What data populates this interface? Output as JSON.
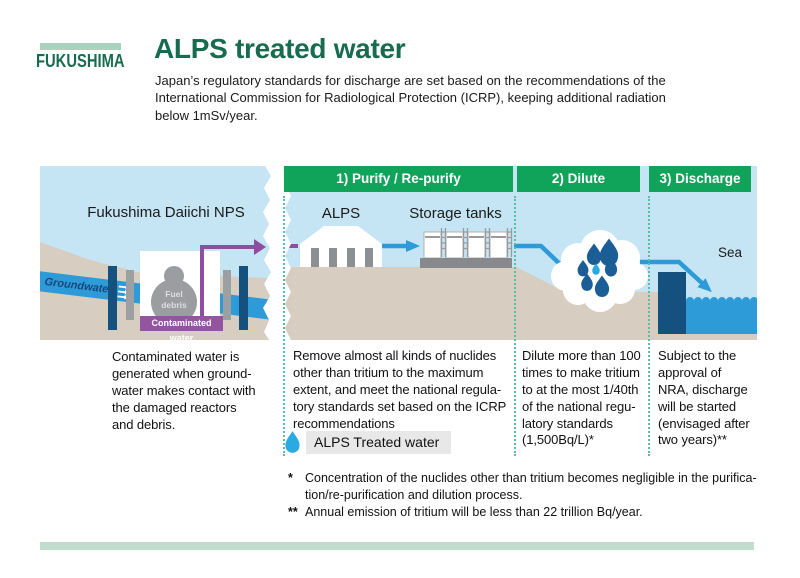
{
  "logo": {
    "name": "FUKUSHIMA"
  },
  "header": {
    "title": "ALPS treated water",
    "subtitle": "Japan’s regulatory standards for discharge are set based on the recommendations of the\nInternational Commission for Radiological Protection (ICRP), keeping additional radiation\nbelow 1mSv/year."
  },
  "diagram": {
    "site_label": "Fukushima Daiichi NPS",
    "groundwater_label": "Groundwater",
    "fuel_debris_label": "Fuel\ndebris",
    "contaminated_water_label": "Contaminated water",
    "alps_label": "ALPS",
    "storage_tanks_label": "Storage tanks",
    "sea_label": "Sea",
    "nps_description": "Contaminated water is\ngenerated when ground-\nwater makes contact with\nthe damaged reactors\nand debris.",
    "treated_water_badge": "ALPS Treated water",
    "steps": [
      {
        "header": "1) Purify / Re-purify",
        "description": "Remove almost all kinds of nuclides\nother than tritium to the maximum\nextent, and meet the national regula-\ntory standards set based on the ICRP\nrecommendations"
      },
      {
        "header": "2) Dilute",
        "description": "Dilute more than 100\ntimes to make tritium\nto at the most 1/40th\nof the national regu-\nlatory standards\n(1,500Bq/L)*"
      },
      {
        "header": "3) Discharge",
        "description": "Subject to the\napproval of\nNRA, discharge\nwill be started\n(envisaged after\ntwo years)**"
      }
    ]
  },
  "footnotes": [
    {
      "marker": "*",
      "text": "Concentration of the nuclides other than tritium becomes negligible in the purifica-\ntion/re-purification and dilution process."
    },
    {
      "marker": "**",
      "text": "Annual emission of tritium will be less than 22 trillion Bq/year."
    }
  ],
  "colors": {
    "accent_green": "#10A35A",
    "dark_green_text": "#186B4F",
    "logo_light_green": "#A9D3BE",
    "bottom_bar_green": "#BFDECB",
    "sky_blue": "#C5E5F4",
    "ground_tan": "#D7CDC1",
    "water_blue": "#2D9BD7",
    "navy": "#14517E",
    "droplet_navy": "#1B5E96",
    "droplet_cyan": "#29ABE2",
    "purple": "#8E4D9E",
    "badge_gray": "#E8E8E8",
    "dotted_teal": "#5BBCA4"
  }
}
